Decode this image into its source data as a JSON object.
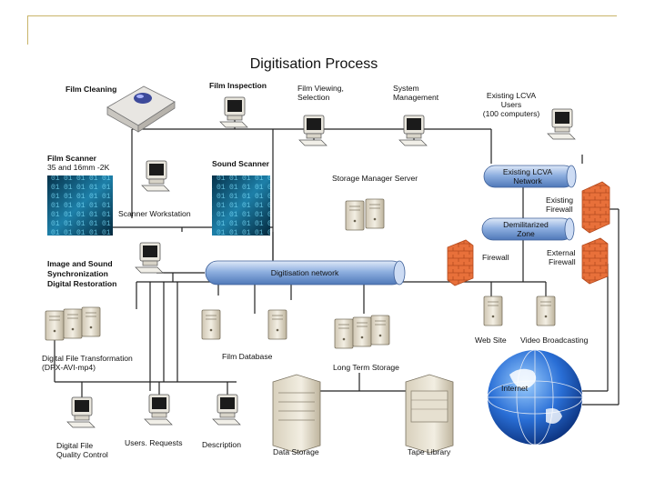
{
  "title": "Digitisation Process",
  "labels": {
    "film_cleaning": "Film Cleaning",
    "film_inspection": "Film Inspection",
    "film_viewing_1": "Film Viewing,",
    "film_viewing_2": "Selection",
    "system_mgmt_1": "System",
    "system_mgmt_2": "Management",
    "existing_users_1": "Existing LCVA",
    "existing_users_2": "Users",
    "existing_users_3": "(100 computers)",
    "film_scanner_1": "Film Scanner",
    "film_scanner_2": "35 and 16mm -2K",
    "sound_scanner": "Sound Scanner",
    "scanner_workstation": "Scanner Workstation",
    "storage_manager_server": "Storage Manager Server",
    "lcva_network_1": "Existing LCVA",
    "lcva_network_2": "Network",
    "existing_firewall_1": "Existing",
    "existing_firewall_2": "Firewall",
    "dmz_1": "Demilitarized",
    "dmz_2": "Zone",
    "firewall": "Firewall",
    "external_firewall_1": "External",
    "external_firewall_2": "Firewall",
    "sync_1": "Image and Sound",
    "sync_2": "Synchronization",
    "sync_3": "Digital Restoration",
    "digitisation_network": "Digitisation network",
    "web_site": "Web Site",
    "video_broadcasting": "Video Broadcasting",
    "film_database": "Film Database",
    "long_term_storage": "Long Term Storage",
    "file_transform_1": "Digital File Transformation",
    "file_transform_2": "(DPX-AVI-mp4)",
    "internet": "Internet",
    "quality_1": "Digital File",
    "quality_2": "Quality Control",
    "user_requests": "Users. Requests",
    "description": "Description",
    "data_storage": "Data Storage",
    "tape_library": "Tape Library"
  },
  "colors": {
    "frame": "#c9b56a",
    "network_tube": "#8fb0e0",
    "firewall": "#e8703a",
    "globe": "#2a6fd6"
  }
}
